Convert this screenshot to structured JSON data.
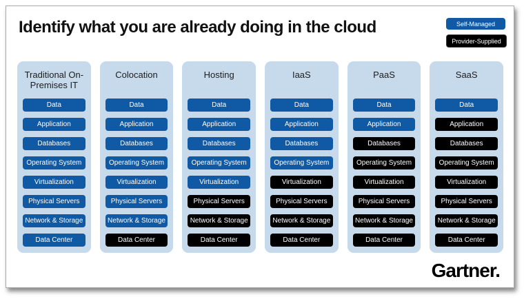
{
  "title": "Identify what you are already doing in the cloud",
  "legend": {
    "items": [
      {
        "label": "Self-Managed",
        "type": "self"
      },
      {
        "label": "Provider-Supplied",
        "type": "provider"
      }
    ]
  },
  "colors": {
    "self_managed": "#105aa5",
    "provider_supplied": "#000000",
    "panel_bg": "#c6daec"
  },
  "columns": [
    {
      "header": "Traditional On-Premises IT",
      "layers": [
        {
          "label": "Data",
          "managed": "self"
        },
        {
          "label": "Application",
          "managed": "self"
        },
        {
          "label": "Databases",
          "managed": "self"
        },
        {
          "label": "Operating System",
          "managed": "self"
        },
        {
          "label": "Virtualization",
          "managed": "self"
        },
        {
          "label": "Physical Servers",
          "managed": "self"
        },
        {
          "label": "Network & Storage",
          "managed": "self"
        },
        {
          "label": "Data Center",
          "managed": "self"
        }
      ]
    },
    {
      "header": "Colocation",
      "layers": [
        {
          "label": "Data",
          "managed": "self"
        },
        {
          "label": "Application",
          "managed": "self"
        },
        {
          "label": "Databases",
          "managed": "self"
        },
        {
          "label": "Operating System",
          "managed": "self"
        },
        {
          "label": "Virtualization",
          "managed": "self"
        },
        {
          "label": "Physical Servers",
          "managed": "self"
        },
        {
          "label": "Network & Storage",
          "managed": "self"
        },
        {
          "label": "Data Center",
          "managed": "provider"
        }
      ]
    },
    {
      "header": "Hosting",
      "layers": [
        {
          "label": "Data",
          "managed": "self"
        },
        {
          "label": "Application",
          "managed": "self"
        },
        {
          "label": "Databases",
          "managed": "self"
        },
        {
          "label": "Operating System",
          "managed": "self"
        },
        {
          "label": "Virtualization",
          "managed": "self"
        },
        {
          "label": "Physical Servers",
          "managed": "provider"
        },
        {
          "label": "Network & Storage",
          "managed": "provider"
        },
        {
          "label": "Data Center",
          "managed": "provider"
        }
      ]
    },
    {
      "header": "IaaS",
      "layers": [
        {
          "label": "Data",
          "managed": "self"
        },
        {
          "label": "Application",
          "managed": "self"
        },
        {
          "label": "Databases",
          "managed": "self"
        },
        {
          "label": "Operating System",
          "managed": "self"
        },
        {
          "label": "Virtualization",
          "managed": "provider"
        },
        {
          "label": "Physical Servers",
          "managed": "provider"
        },
        {
          "label": "Network & Storage",
          "managed": "provider"
        },
        {
          "label": "Data Center",
          "managed": "provider"
        }
      ]
    },
    {
      "header": "PaaS",
      "layers": [
        {
          "label": "Data",
          "managed": "self"
        },
        {
          "label": "Application",
          "managed": "self"
        },
        {
          "label": "Databases",
          "managed": "provider"
        },
        {
          "label": "Operating System",
          "managed": "provider"
        },
        {
          "label": "Virtualization",
          "managed": "provider"
        },
        {
          "label": "Physical Servers",
          "managed": "provider"
        },
        {
          "label": "Network & Storage",
          "managed": "provider"
        },
        {
          "label": "Data Center",
          "managed": "provider"
        }
      ]
    },
    {
      "header": "SaaS",
      "layers": [
        {
          "label": "Data",
          "managed": "self"
        },
        {
          "label": "Application",
          "managed": "provider"
        },
        {
          "label": "Databases",
          "managed": "provider"
        },
        {
          "label": "Operating System",
          "managed": "provider"
        },
        {
          "label": "Virtualization",
          "managed": "provider"
        },
        {
          "label": "Physical Servers",
          "managed": "provider"
        },
        {
          "label": "Network & Storage",
          "managed": "provider"
        },
        {
          "label": "Data Center",
          "managed": "provider"
        }
      ]
    }
  ],
  "footer": {
    "logo": "Gartner."
  }
}
